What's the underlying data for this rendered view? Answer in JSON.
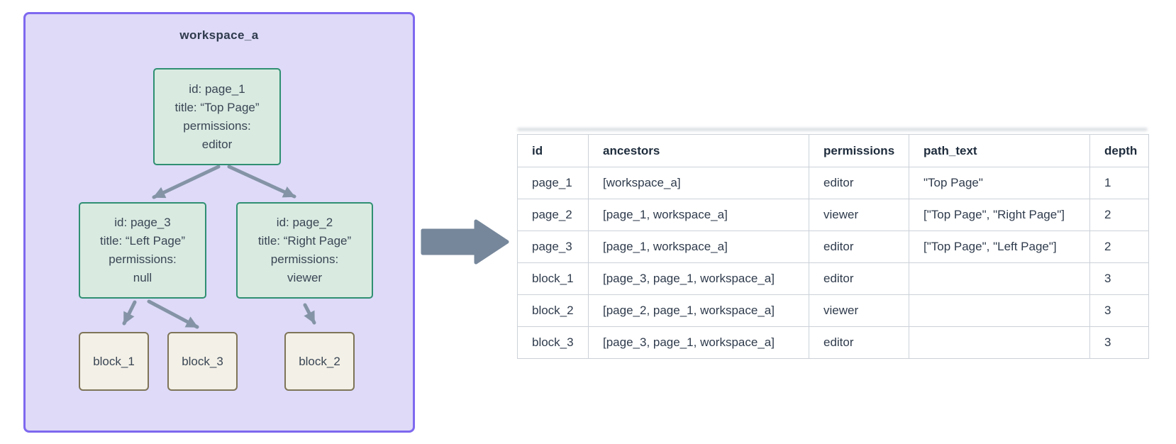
{
  "colors": {
    "workspace_fill": "#dedaf8",
    "workspace_border": "#7e68ef",
    "page_fill": "#d9eae1",
    "page_border": "#2f8f72",
    "block_fill": "#f3f0e7",
    "block_border": "#7e7458",
    "connector": "#8494a6",
    "transform_arrow": "#76879b",
    "table_border": "#ccd2d9",
    "table_text": "#2f3b4c"
  },
  "diagram": {
    "workspace_label": "workspace_a",
    "nodes": {
      "page_1": {
        "text": "id: page_1\ntitle: “Top Page”\npermissions:\neditor"
      },
      "page_3": {
        "text": "id: page_3\ntitle: “Left Page”\npermissions:\nnull"
      },
      "page_2": {
        "text": "id: page_2\ntitle: “Right Page”\npermissions:\nviewer"
      },
      "block_1": {
        "text": "block_1"
      },
      "block_3": {
        "text": "block_3"
      },
      "block_2": {
        "text": "block_2"
      }
    },
    "edges": [
      {
        "from": "page_1",
        "to": "page_3"
      },
      {
        "from": "page_1",
        "to": "page_2"
      },
      {
        "from": "page_3",
        "to": "block_1"
      },
      {
        "from": "page_3",
        "to": "block_3"
      },
      {
        "from": "page_2",
        "to": "block_2"
      }
    ]
  },
  "table": {
    "columns": [
      "id",
      "ancestors",
      "permissions",
      "path_text",
      "depth"
    ],
    "rows": [
      [
        "page_1",
        "[workspace_a]",
        "editor",
        "\"Top Page\"",
        "1"
      ],
      [
        "page_2",
        "[page_1, workspace_a]",
        "viewer",
        "[\"Top Page\", \"Right Page\"]",
        "2"
      ],
      [
        "page_3",
        "[page_1, workspace_a]",
        "editor",
        "[\"Top Page\", \"Left Page\"]",
        "2"
      ],
      [
        "block_1",
        "[page_3, page_1, workspace_a]",
        "editor",
        "",
        "3"
      ],
      [
        "block_2",
        "[page_2, page_1, workspace_a]",
        "viewer",
        "",
        "3"
      ],
      [
        "block_3",
        "[page_3, page_1, workspace_a]",
        "editor",
        "",
        "3"
      ]
    ]
  }
}
